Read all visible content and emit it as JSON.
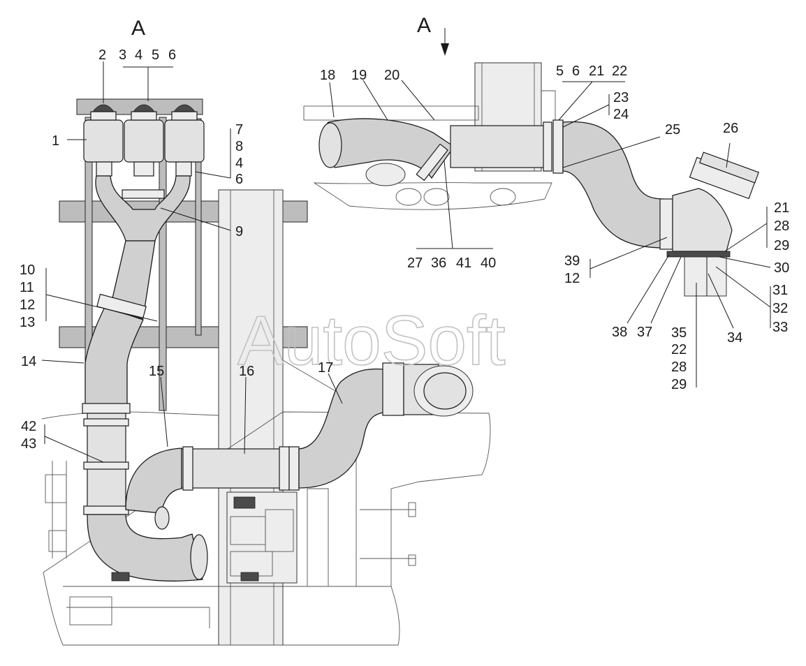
{
  "view_labels": {
    "left": "A",
    "right": "A"
  },
  "watermark": "AutoSoft",
  "callouts": {
    "c1": "1",
    "c2": "2",
    "c3": "3",
    "c4": "4",
    "c5": "5",
    "c6": "6",
    "c7": "7",
    "c8": "8",
    "c4b": "4",
    "c6b": "6",
    "c9": "9",
    "c10": "10",
    "c11": "11",
    "c12": "12",
    "c13": "13",
    "c14": "14",
    "c15": "15",
    "c16": "16",
    "c17": "17",
    "c42": "42",
    "c43": "43",
    "c18": "18",
    "c19": "19",
    "c20": "20",
    "c5r": "5",
    "c6r": "6",
    "c21": "21",
    "c22": "22",
    "c23": "23",
    "c24": "24",
    "c25": "25",
    "c26": "26",
    "c27": "27",
    "c36": "36",
    "c41": "41",
    "c40": "40",
    "c21b": "21",
    "c28": "28",
    "c29": "29",
    "c30": "30",
    "c39": "39",
    "c12b": "12",
    "c31": "31",
    "c32": "32",
    "c33": "33",
    "c38": "38",
    "c37": "37",
    "c34": "34",
    "c35": "35",
    "c22b": "22",
    "c28b": "28",
    "c29b": "29"
  }
}
